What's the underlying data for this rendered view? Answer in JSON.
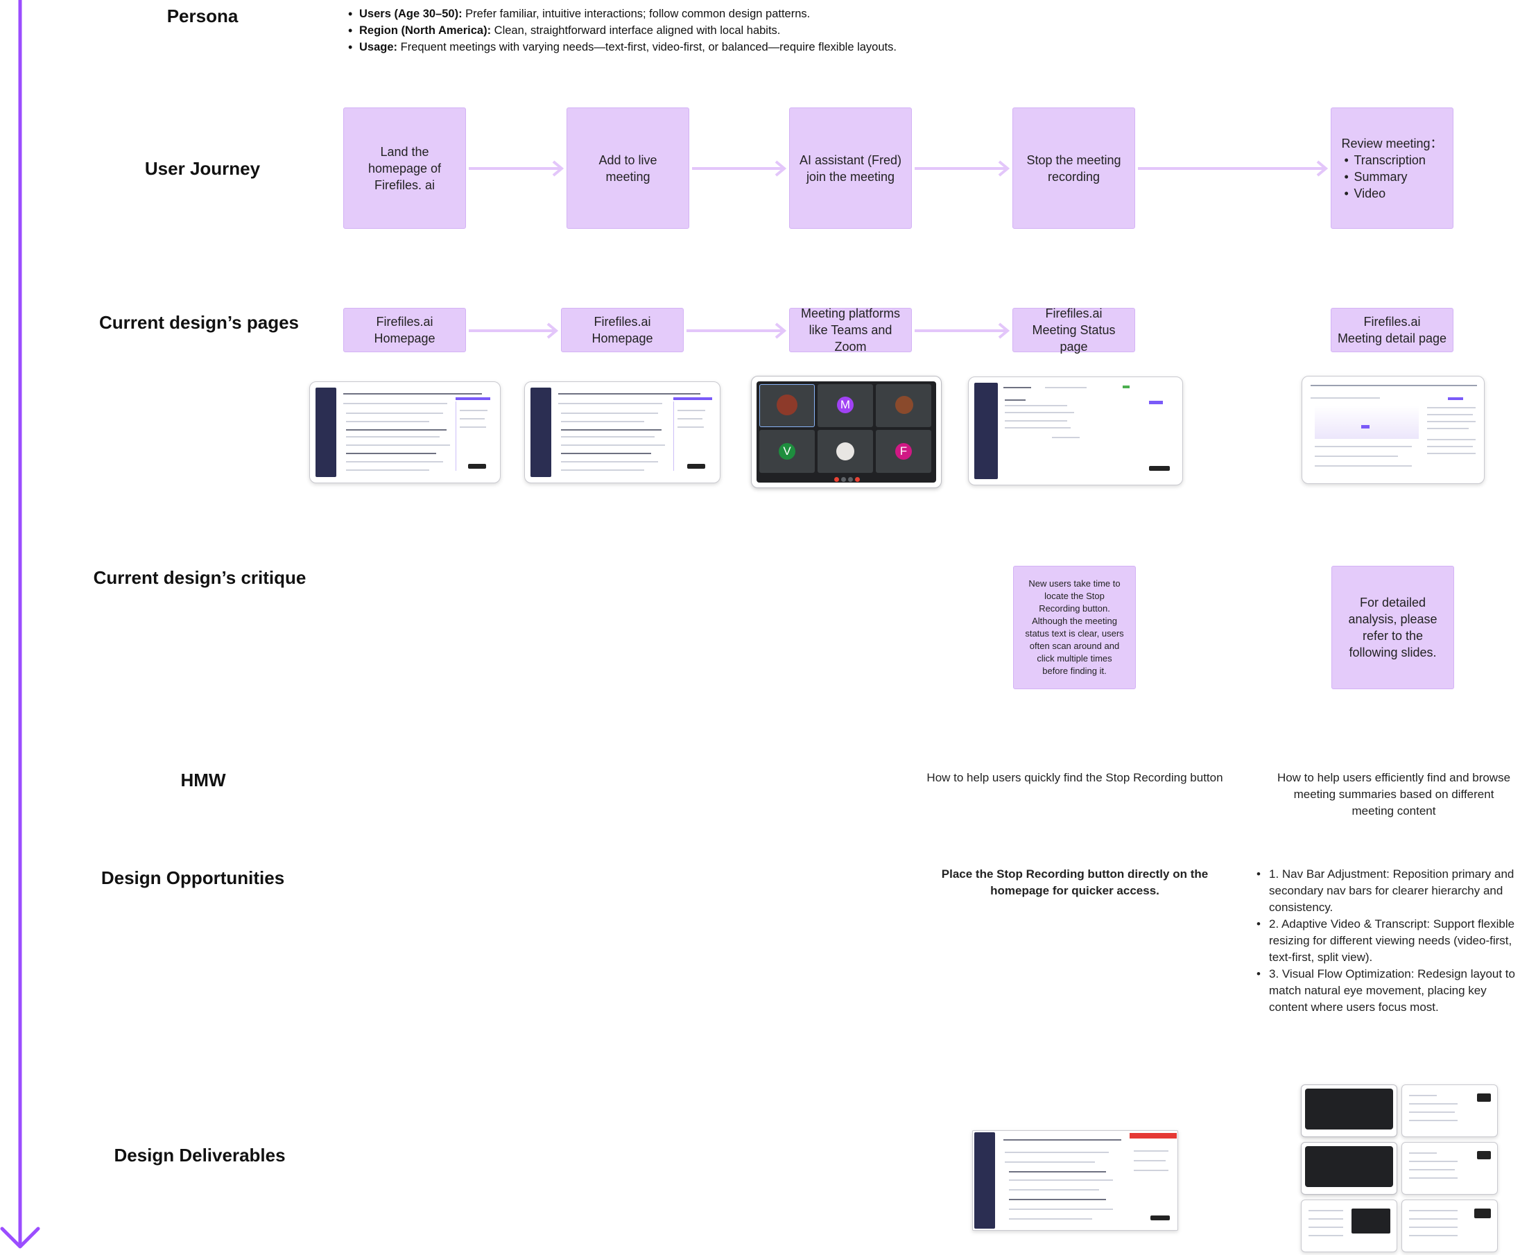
{
  "colors": {
    "accent": "#9b4dff",
    "box_fill": "#e4cbfa",
    "box_border": "#d3b2f5",
    "arrow": "#e3c6fa",
    "sidebar": "#2b2e52"
  },
  "rows": {
    "persona": "Persona",
    "journey": "User Journey",
    "pages": "Current design’s pages",
    "critique": "Current design’s critique",
    "hmw": "HMW",
    "opportunities": "Design Opportunities",
    "deliverables": "Design Deliverables"
  },
  "persona": [
    {
      "label": "Users (Age 30–50):",
      "text": " Prefer familiar, intuitive interactions; follow common design patterns."
    },
    {
      "label": "Region (North America):",
      "text": " Clean, straightforward interface aligned with local habits."
    },
    {
      "label": "Usage:",
      "text": " Frequent meetings with varying needs—text-first, video-first, or balanced—require flexible layouts."
    }
  ],
  "journey": {
    "steps": [
      {
        "line1": "Land the",
        "line2": "homepage of",
        "line3": "Firefiles. ai"
      },
      {
        "line1": "Add to live",
        "line2": "meeting"
      },
      {
        "line1": "AI assistant (Fred)",
        "line2": "join the meeting"
      },
      {
        "line1": "Stop the meeting",
        "line2": "recording"
      }
    ],
    "review": {
      "title": "Review meeting：",
      "items": [
        "Transcription",
        "Summary",
        "Video"
      ]
    }
  },
  "pages": [
    {
      "line1": "Firefiles.ai",
      "line2": "Homepage"
    },
    {
      "line1": "Firefiles.ai",
      "line2": "Homepage"
    },
    {
      "line1": "Meeting platforms",
      "line2": "like Teams and Zoom"
    },
    {
      "line1": "Firefiles.ai",
      "line2": "Meeting Status page"
    },
    {
      "line1": "Firefiles.ai",
      "line2": "Meeting detail page"
    }
  ],
  "video_avatars": [
    "M",
    "V",
    "F"
  ],
  "critique": {
    "status": [
      "New users take time to",
      "locate the Stop",
      "Recording button.",
      "Although the meeting",
      "status text is clear, users",
      "often scan around and",
      "click multiple times",
      "before finding it."
    ],
    "detail": [
      "For detailed",
      "analysis, please",
      "refer to the",
      "following slides."
    ]
  },
  "hmw": {
    "status": "How to help users quickly find the Stop Recording button",
    "detail": [
      "How to help users efficiently find and browse",
      "meeting summaries based on different",
      "meeting content"
    ]
  },
  "opportunities": {
    "status": [
      "Place the Stop Recording button directly on the",
      "homepage for quicker access."
    ],
    "detail": [
      "1. Nav Bar Adjustment: Reposition primary and secondary nav bars for clearer hierarchy and consistency.",
      "2. Adaptive Video & Transcript: Support flexible resizing for different viewing needs (video-first, text-first, split view).",
      "3. Visual Flow Optimization: Redesign layout to match natural eye movement, placing key content where users focus most."
    ]
  }
}
